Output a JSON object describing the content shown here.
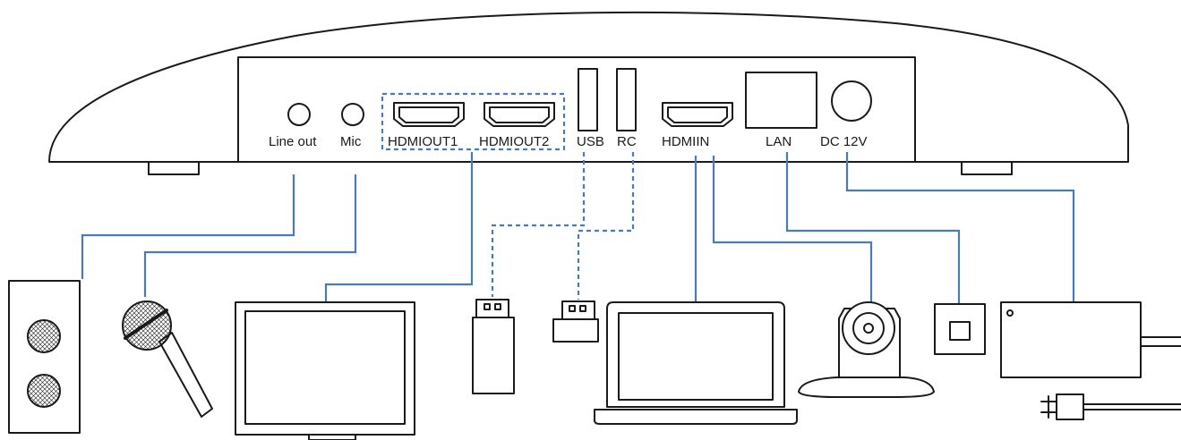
{
  "ports": {
    "line_out": "Line out",
    "mic": "Mic",
    "hdmi_out1": "HDMIOUT1",
    "hdmi_out2": "HDMIOUT2",
    "usb": "USB",
    "rc": "RC",
    "hdmi_in": "HDMIIN",
    "lan": "LAN",
    "dc": "DC 12V"
  },
  "colors": {
    "outline": "#1a1a1a",
    "cable": "#4a7ab8",
    "background": "#ffffff"
  },
  "devices": [
    "speaker-icon",
    "microphone-icon",
    "monitor-icon",
    "usb-drive-icon",
    "usb-receiver-icon",
    "laptop-icon",
    "ptz-camera-icon",
    "ethernet-jack-icon",
    "power-adapter-icon"
  ]
}
